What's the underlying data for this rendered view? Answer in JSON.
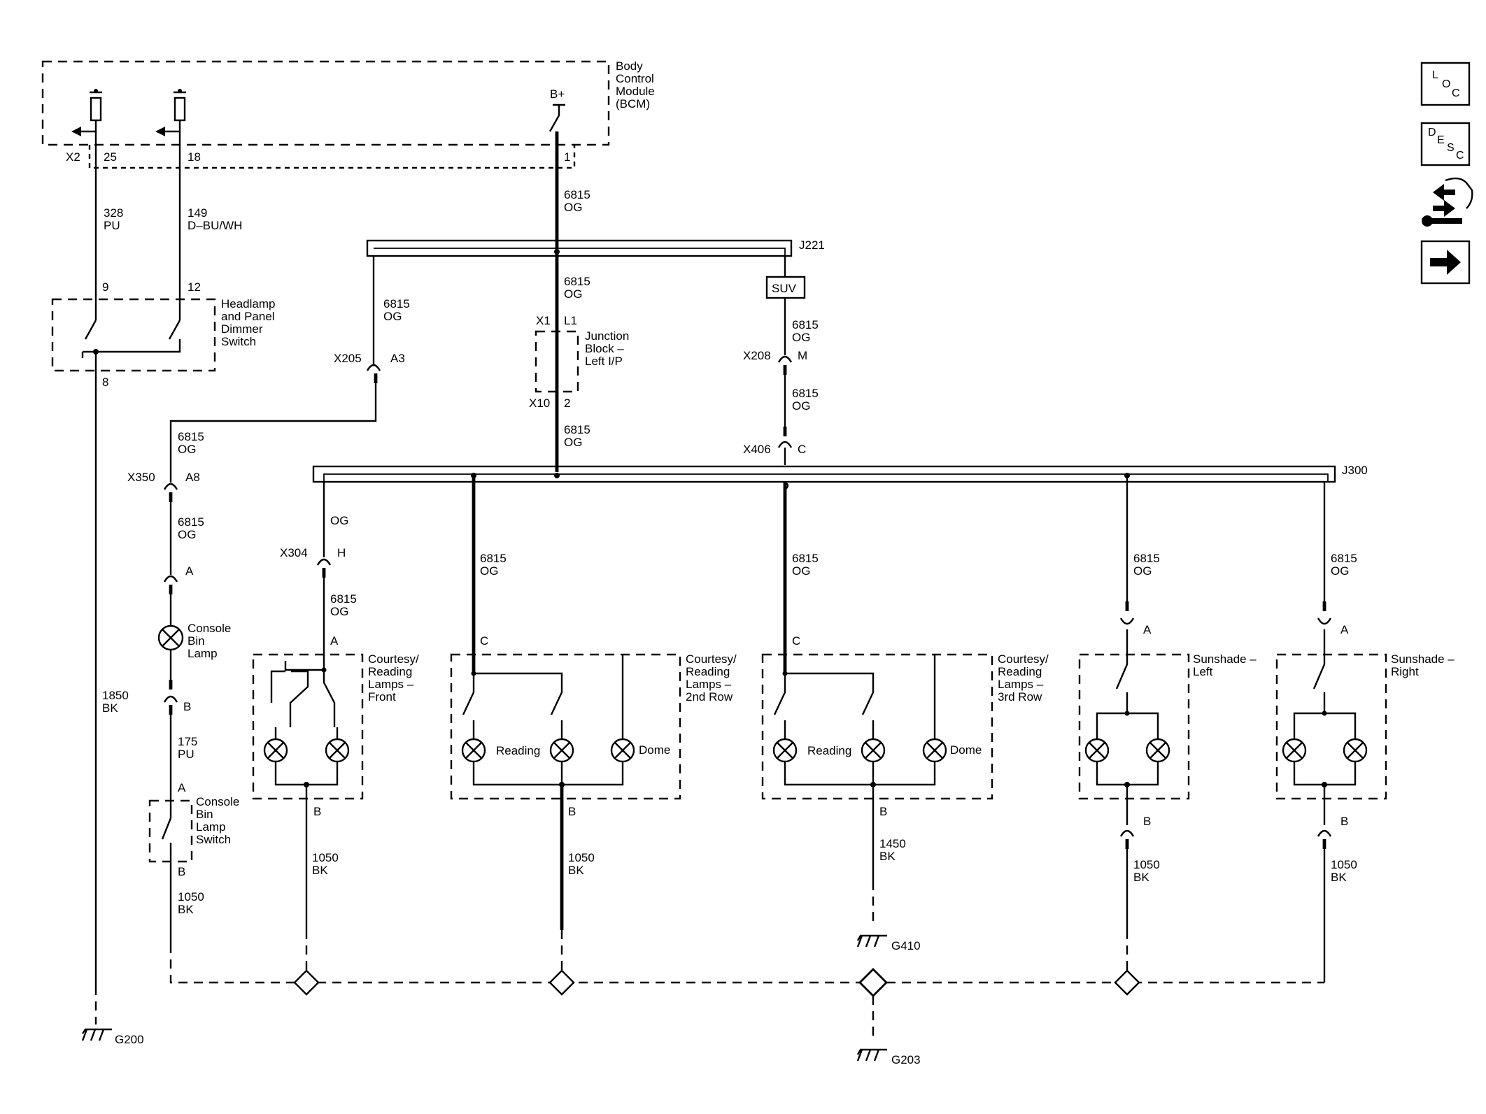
{
  "bcm": {
    "title": [
      "Body",
      "Control",
      "Module",
      "(BCM)"
    ],
    "bplus": "B+",
    "conn": "X2",
    "pin_a": "25",
    "pin_b": "18",
    "pin_c": "1"
  },
  "wires": {
    "w328": "328",
    "pu": "PU",
    "w149": "149",
    "dbuwh": "D–BU/WH",
    "w6815": "6815",
    "og": "OG",
    "w1850": "1850",
    "bk": "BK",
    "w175": "175",
    "w1050": "1050",
    "w1450": "1450"
  },
  "headlamp": {
    "title": [
      "Headlamp",
      "and Panel",
      "Dimmer",
      "Switch"
    ],
    "pin9": "9",
    "pin12": "12",
    "pin8": "8"
  },
  "junctions": {
    "j221": "J221",
    "j300": "J300"
  },
  "suv": "SUV",
  "jblock": {
    "title": [
      "Junction",
      "Block –",
      "Left I/P"
    ],
    "x1": "X1",
    "l1": "L1",
    "x10": "X10",
    "p2": "2"
  },
  "connectors": {
    "x205": "X205",
    "a3": "A3",
    "x208": "X208",
    "m": "M",
    "x406": "X406",
    "c": "C",
    "x350": "X350",
    "a8": "A8",
    "x304": "X304",
    "h": "H",
    "a": "A",
    "b": "B"
  },
  "console_lamp": [
    "Console",
    "Bin",
    "Lamp"
  ],
  "console_switch": [
    "Console",
    "Bin",
    "Lamp",
    "Switch"
  ],
  "front": [
    "Courtesy/",
    "Reading",
    "Lamps –",
    "Front"
  ],
  "row2": [
    "Courtesy/",
    "Reading",
    "Lamps –",
    "2nd Row"
  ],
  "row3": [
    "Courtesy/",
    "Reading",
    "Lamps –",
    "3rd Row"
  ],
  "sun_left": [
    "Sunshade –",
    "Left"
  ],
  "sun_right": [
    "Sunshade –",
    "Right"
  ],
  "reading": "Reading",
  "dome": "Dome",
  "grounds": {
    "g200": "G200",
    "g410": "G410",
    "g203": "G203"
  },
  "nav": {
    "loc": [
      "L",
      "O",
      "C"
    ],
    "desc": [
      "D",
      "E",
      "S",
      "C"
    ]
  }
}
